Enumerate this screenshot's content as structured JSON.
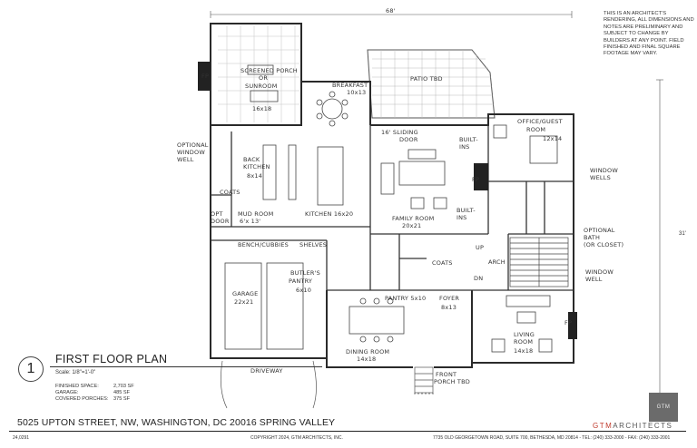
{
  "disclaimer": "THIS IS AN ARCHITECT'S RENDERING, ALL DIMENSIONS AND NOTES ARE PRELIMINARY AND SUBJECT TO CHANGE BY BUILDERS AT ANY POINT. FIELD FINISHED AND FINAL SQUARE FOOTAGE MAY VARY.",
  "dimensions": {
    "top": "68'",
    "right": "31'"
  },
  "rooms": {
    "screened_porch": [
      "SCREENED PORCH",
      "OR",
      "SUNROOM",
      "16x18"
    ],
    "patio": "PATIO TBD",
    "breakfast": [
      "BREAKFAST",
      "10x13"
    ],
    "sliding_door": [
      "16' SLIDING",
      "DOOR"
    ],
    "back_kitchen": [
      "BACK",
      "KITCHEN",
      "8x14"
    ],
    "kitchen": "KITCHEN 16x20",
    "mud_room": [
      "MUD ROOM",
      "6'x 13'"
    ],
    "family_room": [
      "FAMILY ROOM",
      "20x21"
    ],
    "office": [
      "OFFICE/GUEST",
      "ROOM",
      "12x14"
    ],
    "garage": [
      "GARAGE",
      "22x21"
    ],
    "butlers_pantry": [
      "BUTLER'S",
      "PANTRY",
      "6x10"
    ],
    "pantry": "PANTRY 5x10",
    "foyer": [
      "FOYER",
      "8x13"
    ],
    "dining_room": [
      "DINING ROOM",
      "14x18"
    ],
    "living_room": [
      "LIVING",
      "ROOM",
      "14x18"
    ],
    "driveway": "DRIVEWAY",
    "front_porch": [
      "FRONT",
      "PORCH TBD"
    ]
  },
  "notes": {
    "fp_porch": "FP",
    "optional_window_well": [
      "OPTIONAL",
      "WINDOW",
      "WELL"
    ],
    "coats_mud": "COATS",
    "opt_door": [
      "OPT",
      "DOOR"
    ],
    "bench_cubbies": "BENCH/CUBBIES",
    "shelves": "SHELVES",
    "built_ins_top": [
      "BUILT-",
      "INS"
    ],
    "built_ins_bottom": [
      "BUILT-",
      "INS"
    ],
    "fp_family": "FP",
    "window_wells": [
      "WINDOW",
      "WELLS"
    ],
    "optional_bath": [
      "OPTIONAL",
      "BATH",
      "(OR CLOSET)"
    ],
    "window_well": [
      "WINDOW",
      "WELL"
    ],
    "coats_foyer": "COATS",
    "arch": "ARCH",
    "up": "UP",
    "dn": "DN",
    "fp_living": "FP"
  },
  "plan_number": "1",
  "plan_title": "FIRST FLOOR PLAN",
  "plan_scale": "Scale: 1/8\"=1'-0\"",
  "stats": [
    {
      "label": "FINISHED SPACE:",
      "value": "2,703 SF"
    },
    {
      "label": "GARAGE:",
      "value": "485 SF"
    },
    {
      "label": "COVERED PORCHES:",
      "value": "375 SF"
    }
  ],
  "address": "5025 UPTON STREET, NW, WASHINGTON, DC 20016   SPRING VALLEY",
  "sheet_number": "24,0291",
  "copyright": "COPYRIGHT 2024, GTM ARCHITECTS, INC.",
  "office": "7735 OLD GEORGETOWN ROAD, SUITE 700, BETHESDA, MD 20814 - TEL: (240) 333-2000 - FAX: (240) 333-2001",
  "logo_box": "GTM",
  "logo_gtm": "GTM",
  "logo_arch": "ARCHITECTS",
  "colors": {
    "logo_red": "#c0392b",
    "logo_gray": "#6b6b6b",
    "ink": "#333333"
  }
}
